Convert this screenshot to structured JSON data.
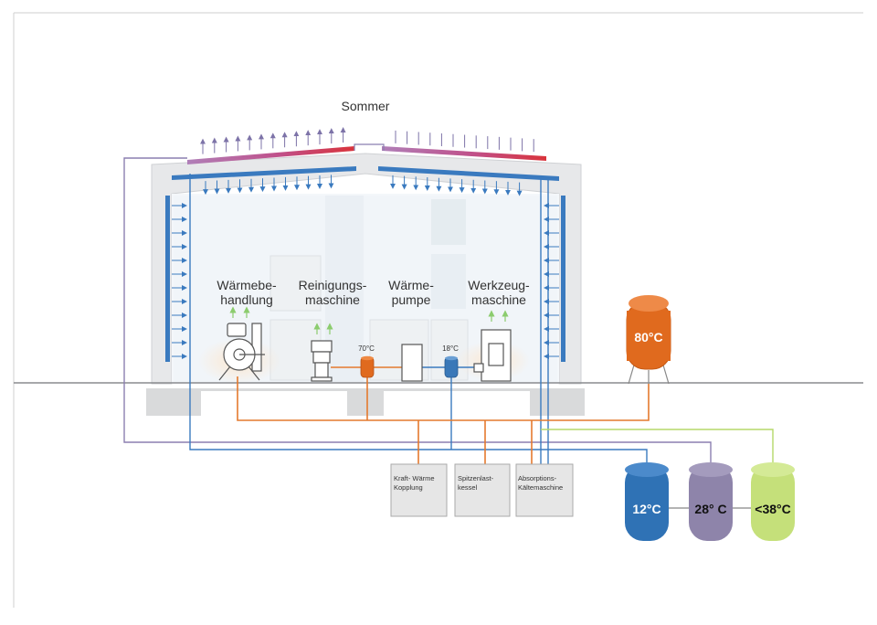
{
  "diagram": {
    "title": "Sommer",
    "machines": [
      {
        "line1": "Wärmebe-",
        "line2": "handlung"
      },
      {
        "line1": "Reinigungs-",
        "line2": "maschine"
      },
      {
        "line1": "Wärme-",
        "line2": "pumpe"
      },
      {
        "line1": "Werkzeug-",
        "line2": "maschine"
      }
    ],
    "buffers": [
      {
        "label": "70°C",
        "color": "#e06a1e"
      },
      {
        "label": "18°C",
        "color": "#3a78b8"
      }
    ],
    "plant_boxes": [
      {
        "line1": "Kraft- Wärme",
        "line2": "Kopplung"
      },
      {
        "line1": "Spitzenlast-",
        "line2": "kessel"
      },
      {
        "line1": "Absorptions-",
        "line2": "Kältemaschine"
      }
    ],
    "tanks": {
      "hot": {
        "label": "80°C",
        "color": "#e06a1e"
      },
      "cold": [
        {
          "label": "12°C",
          "color": "#2f72b5",
          "text_color": "#ffffff"
        },
        {
          "label": "28° C",
          "color": "#8e84aa",
          "text_color": "#111111"
        },
        {
          "label": "<38°C",
          "color": "#c5e07a",
          "text_color": "#111111"
        }
      ]
    },
    "colors": {
      "heat": "#e47a2e",
      "cold": "#3a7abf",
      "violet": "#8b7fb0",
      "green": "#b5d86a",
      "roof_hot": "#d9333b",
      "arrow_green": "#8ccc6e"
    }
  }
}
